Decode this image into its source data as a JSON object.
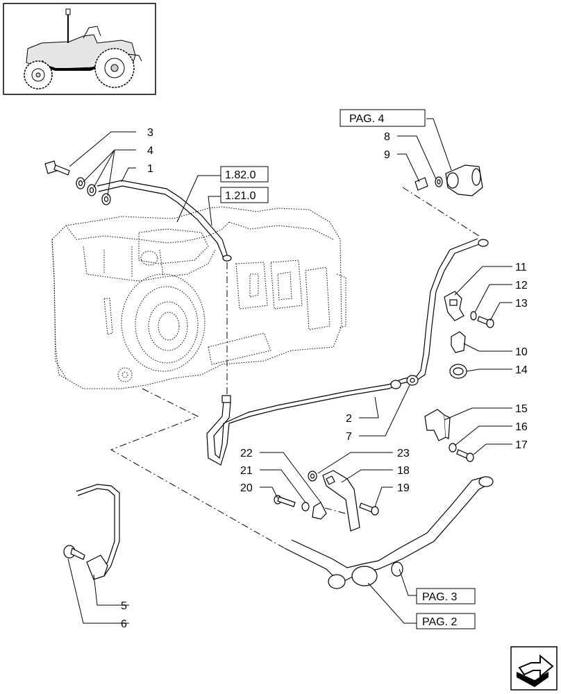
{
  "callouts": [
    "1",
    "2",
    "3",
    "4",
    "5",
    "6",
    "7",
    "8",
    "9",
    "10",
    "11",
    "12",
    "13",
    "14",
    "15",
    "16",
    "17",
    "18",
    "19",
    "20",
    "21",
    "22",
    "23"
  ],
  "references": {
    "ref_1820": "1.82.0",
    "ref_1210": "1.21.0",
    "pag4": "PAG. 4",
    "pag3": "PAG. 3",
    "pag2": "PAG. 2"
  },
  "icons": {
    "thumbnail": "tractor-location-thumbnail",
    "nav": "next-page-arrow-icon"
  }
}
